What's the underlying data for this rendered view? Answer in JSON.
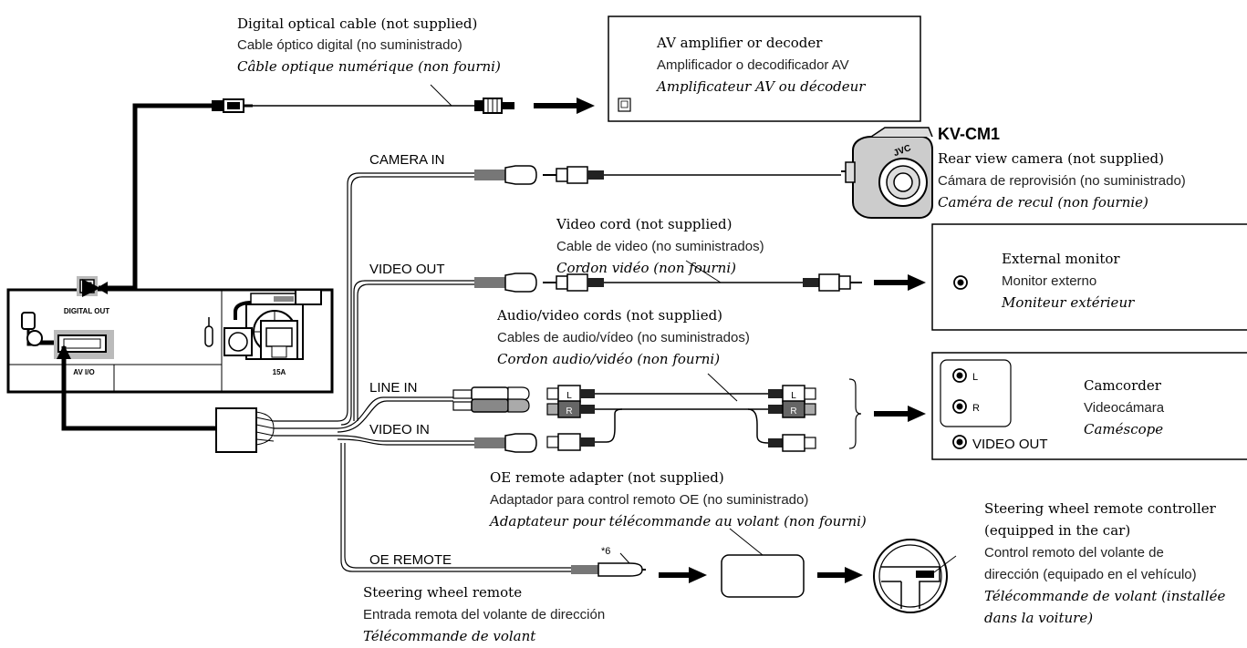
{
  "optical_cable": {
    "en": "Digital optical cable (not supplied)",
    "es": "Cable óptico digital (no suministrado)",
    "fr": "Câble optique numérique (non fourni)"
  },
  "av_amp": {
    "en": "AV amplifier or decoder",
    "es": "Amplificador o decodificador AV",
    "fr": "Amplificateur AV ou décodeur"
  },
  "camera": {
    "model": "KV-CM1",
    "brand": "JVC",
    "en": "Rear view camera (not supplied)",
    "es": "Cámara de reprovisión (no suministrado)",
    "fr": "Caméra de recul (non fournie)"
  },
  "video_cord": {
    "en": "Video cord (not supplied)",
    "es": "Cable de video (no suministrados)",
    "fr": "Cordon vidéo (non fourni)"
  },
  "ext_monitor": {
    "en": "External monitor",
    "es": "Monitor externo",
    "fr": "Moniteur extérieur"
  },
  "av_cords": {
    "en": "Audio/video cords (not supplied)",
    "es": "Cables de audio/vídeo (no suministrados)",
    "fr": "Cordon audio/vidéo (non fourni)"
  },
  "camcorder": {
    "en": "Camcorder",
    "es": "Videocámara",
    "fr": "Caméscope",
    "jack_l": "L",
    "jack_r": "R",
    "jack_video_out": "VIDEO OUT"
  },
  "oe_adapter": {
    "en": "OE remote adapter (not supplied)",
    "es": "Adaptador para control remoto OE (no suministrado)",
    "fr": "Adaptateur pour télécommande au volant (non fourni)"
  },
  "steering_remote": {
    "en": "Steering wheel remote",
    "es": "Entrada remota del volante de dirección",
    "fr": "Télécommande de volant",
    "note": "*6"
  },
  "steering_controller": {
    "en1": "Steering wheel remote controller",
    "en2": "(equipped in the car)",
    "es1": "Control remoto del volante de",
    "es2": "dirección (equipado en el vehículo)",
    "fr1": "Télécommande de volant (installée",
    "fr2": "dans la voiture)"
  },
  "cable_labels": {
    "camera_in": "CAMERA IN",
    "video_out": "VIDEO OUT",
    "line_in": "LINE IN",
    "video_in": "VIDEO IN",
    "oe_remote": "OE REMOTE"
  },
  "unit": {
    "digital_out": "DIGITAL OUT",
    "av_io": "AV I/O",
    "fuse": "15A"
  },
  "plug_marks": {
    "left": "L",
    "right": "R"
  }
}
